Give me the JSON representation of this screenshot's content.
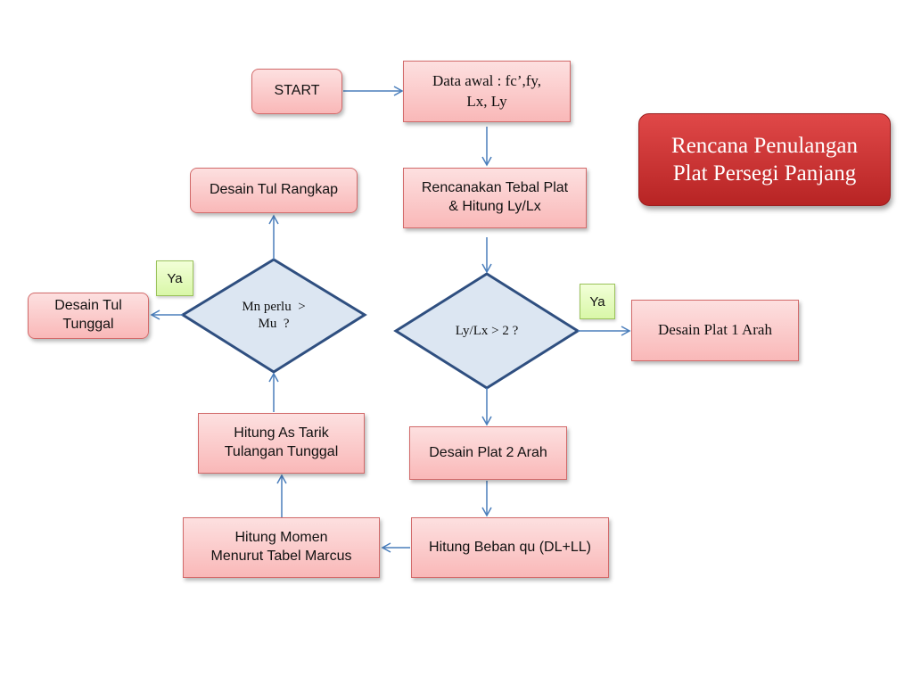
{
  "title": "Rencana Penulangan\nPlat Persegi Panjang",
  "nodes": {
    "start": "START",
    "data_awal": "Data awal : fc’,fy,\nLx, Ly",
    "rencanakan_tebal": "Rencanakan Tebal Plat\n& Hitung Ly/Lx",
    "decision_lylx": "Ly/Lx > 2 ?",
    "desain_plat_1_arah": "Desain Plat 1 Arah",
    "desain_plat_2_arah": "Desain Plat 2 Arah",
    "hitung_beban": "Hitung Beban qu (DL+LL)",
    "hitung_momen": "Hitung Momen\nMenurut Tabel Marcus",
    "hitung_as_tarik": "Hitung  As Tarik\nTulangan Tunggal",
    "decision_mn": "Mn perlu  >\nMu  ?",
    "desain_tul_rangkap": "Desain Tul Rangkap",
    "desain_tul_tunggal": "Desain Tul\nTunggal"
  },
  "labels": {
    "ya_right": "Ya",
    "ya_left": "Ya"
  },
  "colors": {
    "arrow": "#4a7ebb",
    "diamond_fill": "#dce6f2",
    "diamond_stroke": "#2f4f80"
  }
}
